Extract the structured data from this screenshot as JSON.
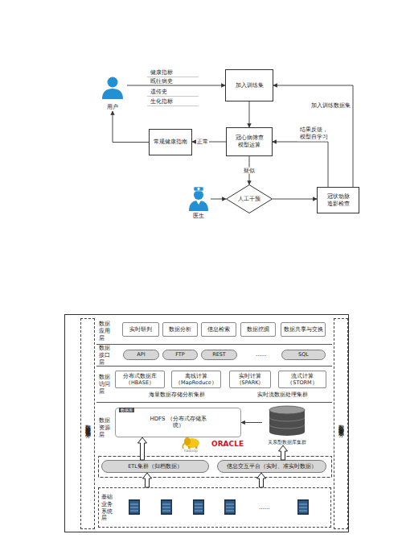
{
  "diagram": {
    "nodes": [
      {
        "text": [
          "用户"
        ]
      },
      {
        "text": [
          "加入训练集"
        ]
      },
      {
        "text": [
          "冠心病筛查 模型运算"
        ]
      },
      {
        "text": [
          "常规健康指南"
        ]
      },
      {
        "text": [
          "人工干预"
        ]
      },
      {
        "text": [
          "医生"
        ]
      },
      {
        "text": [
          "冠状动脉造影检查"
        ]
      },
      {
        "text": [
          "数据标准规范化体系服务"
        ]
      },
      {
        "text": [
          "数据应用层"
        ]
      },
      {
        "text": [
          "实时研判"
        ],
        "in": 8
      },
      {
        "text": [
          "数据分析"
        ],
        "in": 8
      },
      {
        "text": [
          "信息检索"
        ],
        "in": 8
      },
      {
        "text": [
          "数据挖掘"
        ],
        "in": 8
      },
      {
        "text": [
          "数据共享与交换"
        ],
        "in": 8
      },
      {
        "text": [
          "数据接口层"
        ]
      },
      {
        "text": [
          "API"
        ],
        "in": 14
      },
      {
        "text": [
          "FTP"
        ],
        "in": 14
      },
      {
        "text": [
          "REST"
        ],
        "in": 14
      },
      {
        "text": [
          "SQL"
        ],
        "in": 14
      },
      {
        "text": [
          "数据访问层"
        ]
      },
      {
        "text": [
          "分布式数据库 （HBASE）"
        ],
        "in": 19
      },
      {
        "text": [
          "离线计算 （MapReduce）"
        ],
        "in": 19
      },
      {
        "text": [
          "实时计算 （SPARK）"
        ],
        "in": 19
      },
      {
        "text": [
          "流式计算 （STORM）"
        ],
        "in": 19
      },
      {
        "text": [
          "数据资源层"
        ]
      },
      {
        "text": [
          "数据库",
          "HDFS （分布式存储系统）"
        ],
        "in": 24
      },
      {
        "text": [
          "关系型数据库集群"
        ],
        "in": 24
      },
      {
        "text": [
          "ETL集群（归档数据）"
        ]
      },
      {
        "text": [
          "信息交互平台（实时、准实时数据）"
        ]
      },
      {
        "text": [
          "基础业务系统层"
        ]
      },
      {
        "text": [
          "数据安全防护体系服务"
        ]
      }
    ],
    "edges": [
      {
        "from": 0,
        "to": 1,
        "arrow": "to"
      },
      {
        "from": 1,
        "to": 2,
        "arrow": "to"
      },
      {
        "from": 2,
        "to": 3,
        "label": "正常",
        "arrow": "to"
      },
      {
        "from": 3,
        "to": 0,
        "arrow": "to"
      },
      {
        "from": 2,
        "to": 4,
        "label": "疑似",
        "arrow": "to"
      },
      {
        "from": 5,
        "to": 4,
        "arrow": "to"
      },
      {
        "from": 4,
        "to": 6,
        "arrow": "to"
      },
      {
        "from": 6,
        "to": 2,
        "label": "结果反馈，模型自学习",
        "arrow": "to"
      },
      {
        "from": 6,
        "to": 1,
        "label": "加入训练数据集",
        "arrow": "to"
      },
      {
        "from": 27,
        "to": 25,
        "arrow": "to"
      },
      {
        "from": 28,
        "to": 26,
        "arrow": "to"
      },
      {
        "from": 26,
        "to": 25,
        "arrow": "to"
      },
      {
        "from": 29,
        "to": 27,
        "arrow": "to"
      },
      {
        "from": 29,
        "to": 28,
        "arrow": "to"
      }
    ],
    "labels": [
      "健康指标",
      "既往病史",
      "遗传史",
      "生化指标",
      "......",
      "海量数据存储分析集群",
      "实时流数据处理集群",
      "hadoop",
      "ORACLE",
      "......"
    ]
  }
}
